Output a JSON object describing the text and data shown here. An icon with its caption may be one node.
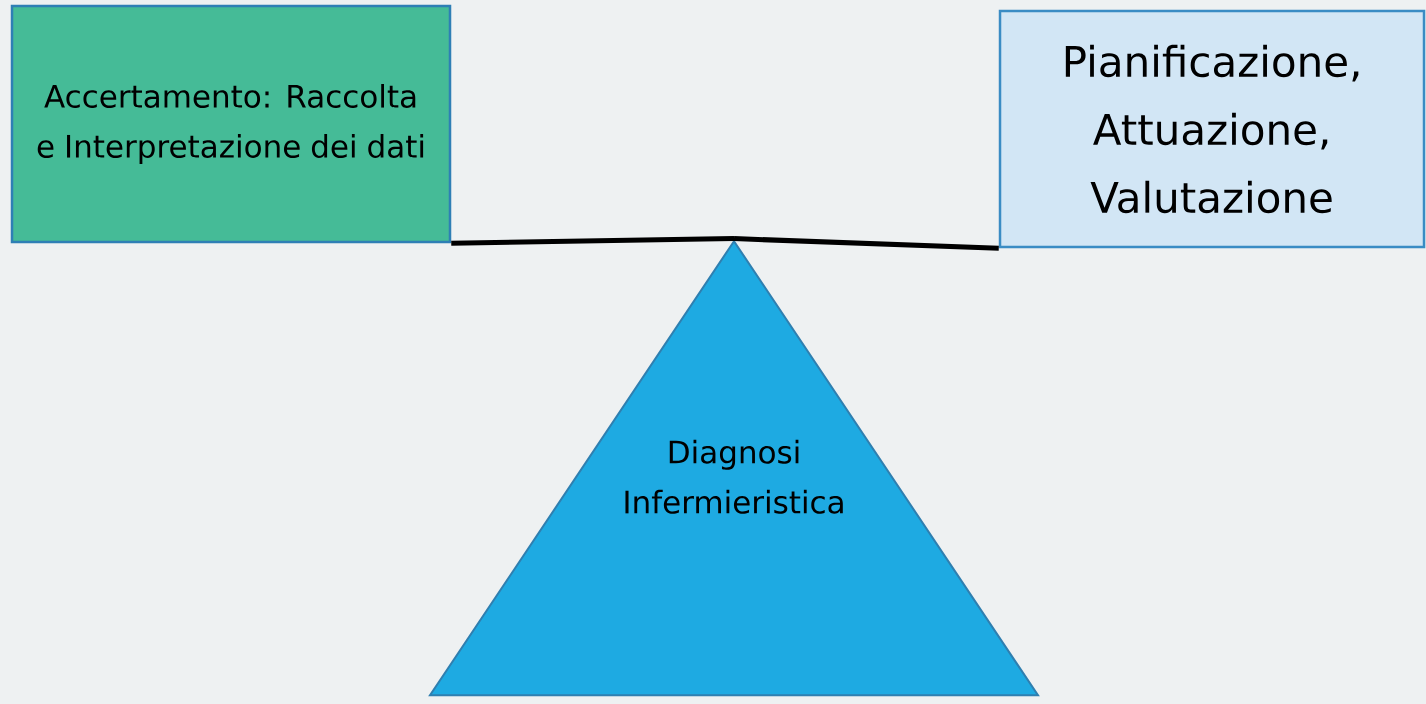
{
  "diagram": {
    "nodes": [
      {
        "text": [
          "Accertamento: Raccolta e Interpretazione dei dati"
        ]
      },
      {
        "text": [
          "Pianificazione, Attuazione, Valutazione"
        ]
      },
      {
        "text": [
          "Diagnosi Infermieristica"
        ]
      }
    ],
    "edges": [
      {
        "from": 0,
        "to": 2,
        "arrow": "none"
      },
      {
        "from": 2,
        "to": 1,
        "arrow": "none"
      }
    ]
  }
}
